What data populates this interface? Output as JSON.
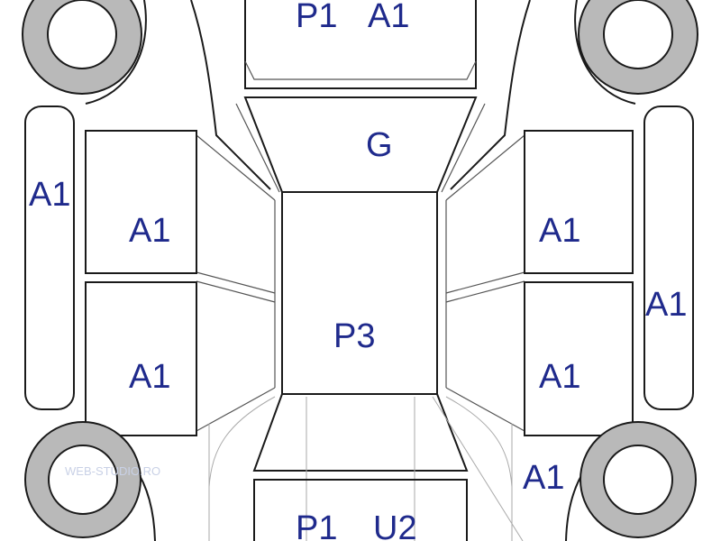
{
  "labels": {
    "front_bumper": "P1",
    "front_bumper_2": "A1",
    "hood": "G",
    "left_side_strip": "A1",
    "right_side_strip": "A1",
    "left_front_door": "A1",
    "left_rear_door": "A1",
    "right_front_door": "A1",
    "right_rear_door": "A1",
    "roof": "P3",
    "rear_right": "A1",
    "rear_bumper": "P1",
    "rear_bumper_2": "U2"
  },
  "watermark": "WEB-STUDIO.RO",
  "colors": {
    "label": "#1f2a8c",
    "tire": "#b9b9b9",
    "outline": "#1a1a1a"
  }
}
